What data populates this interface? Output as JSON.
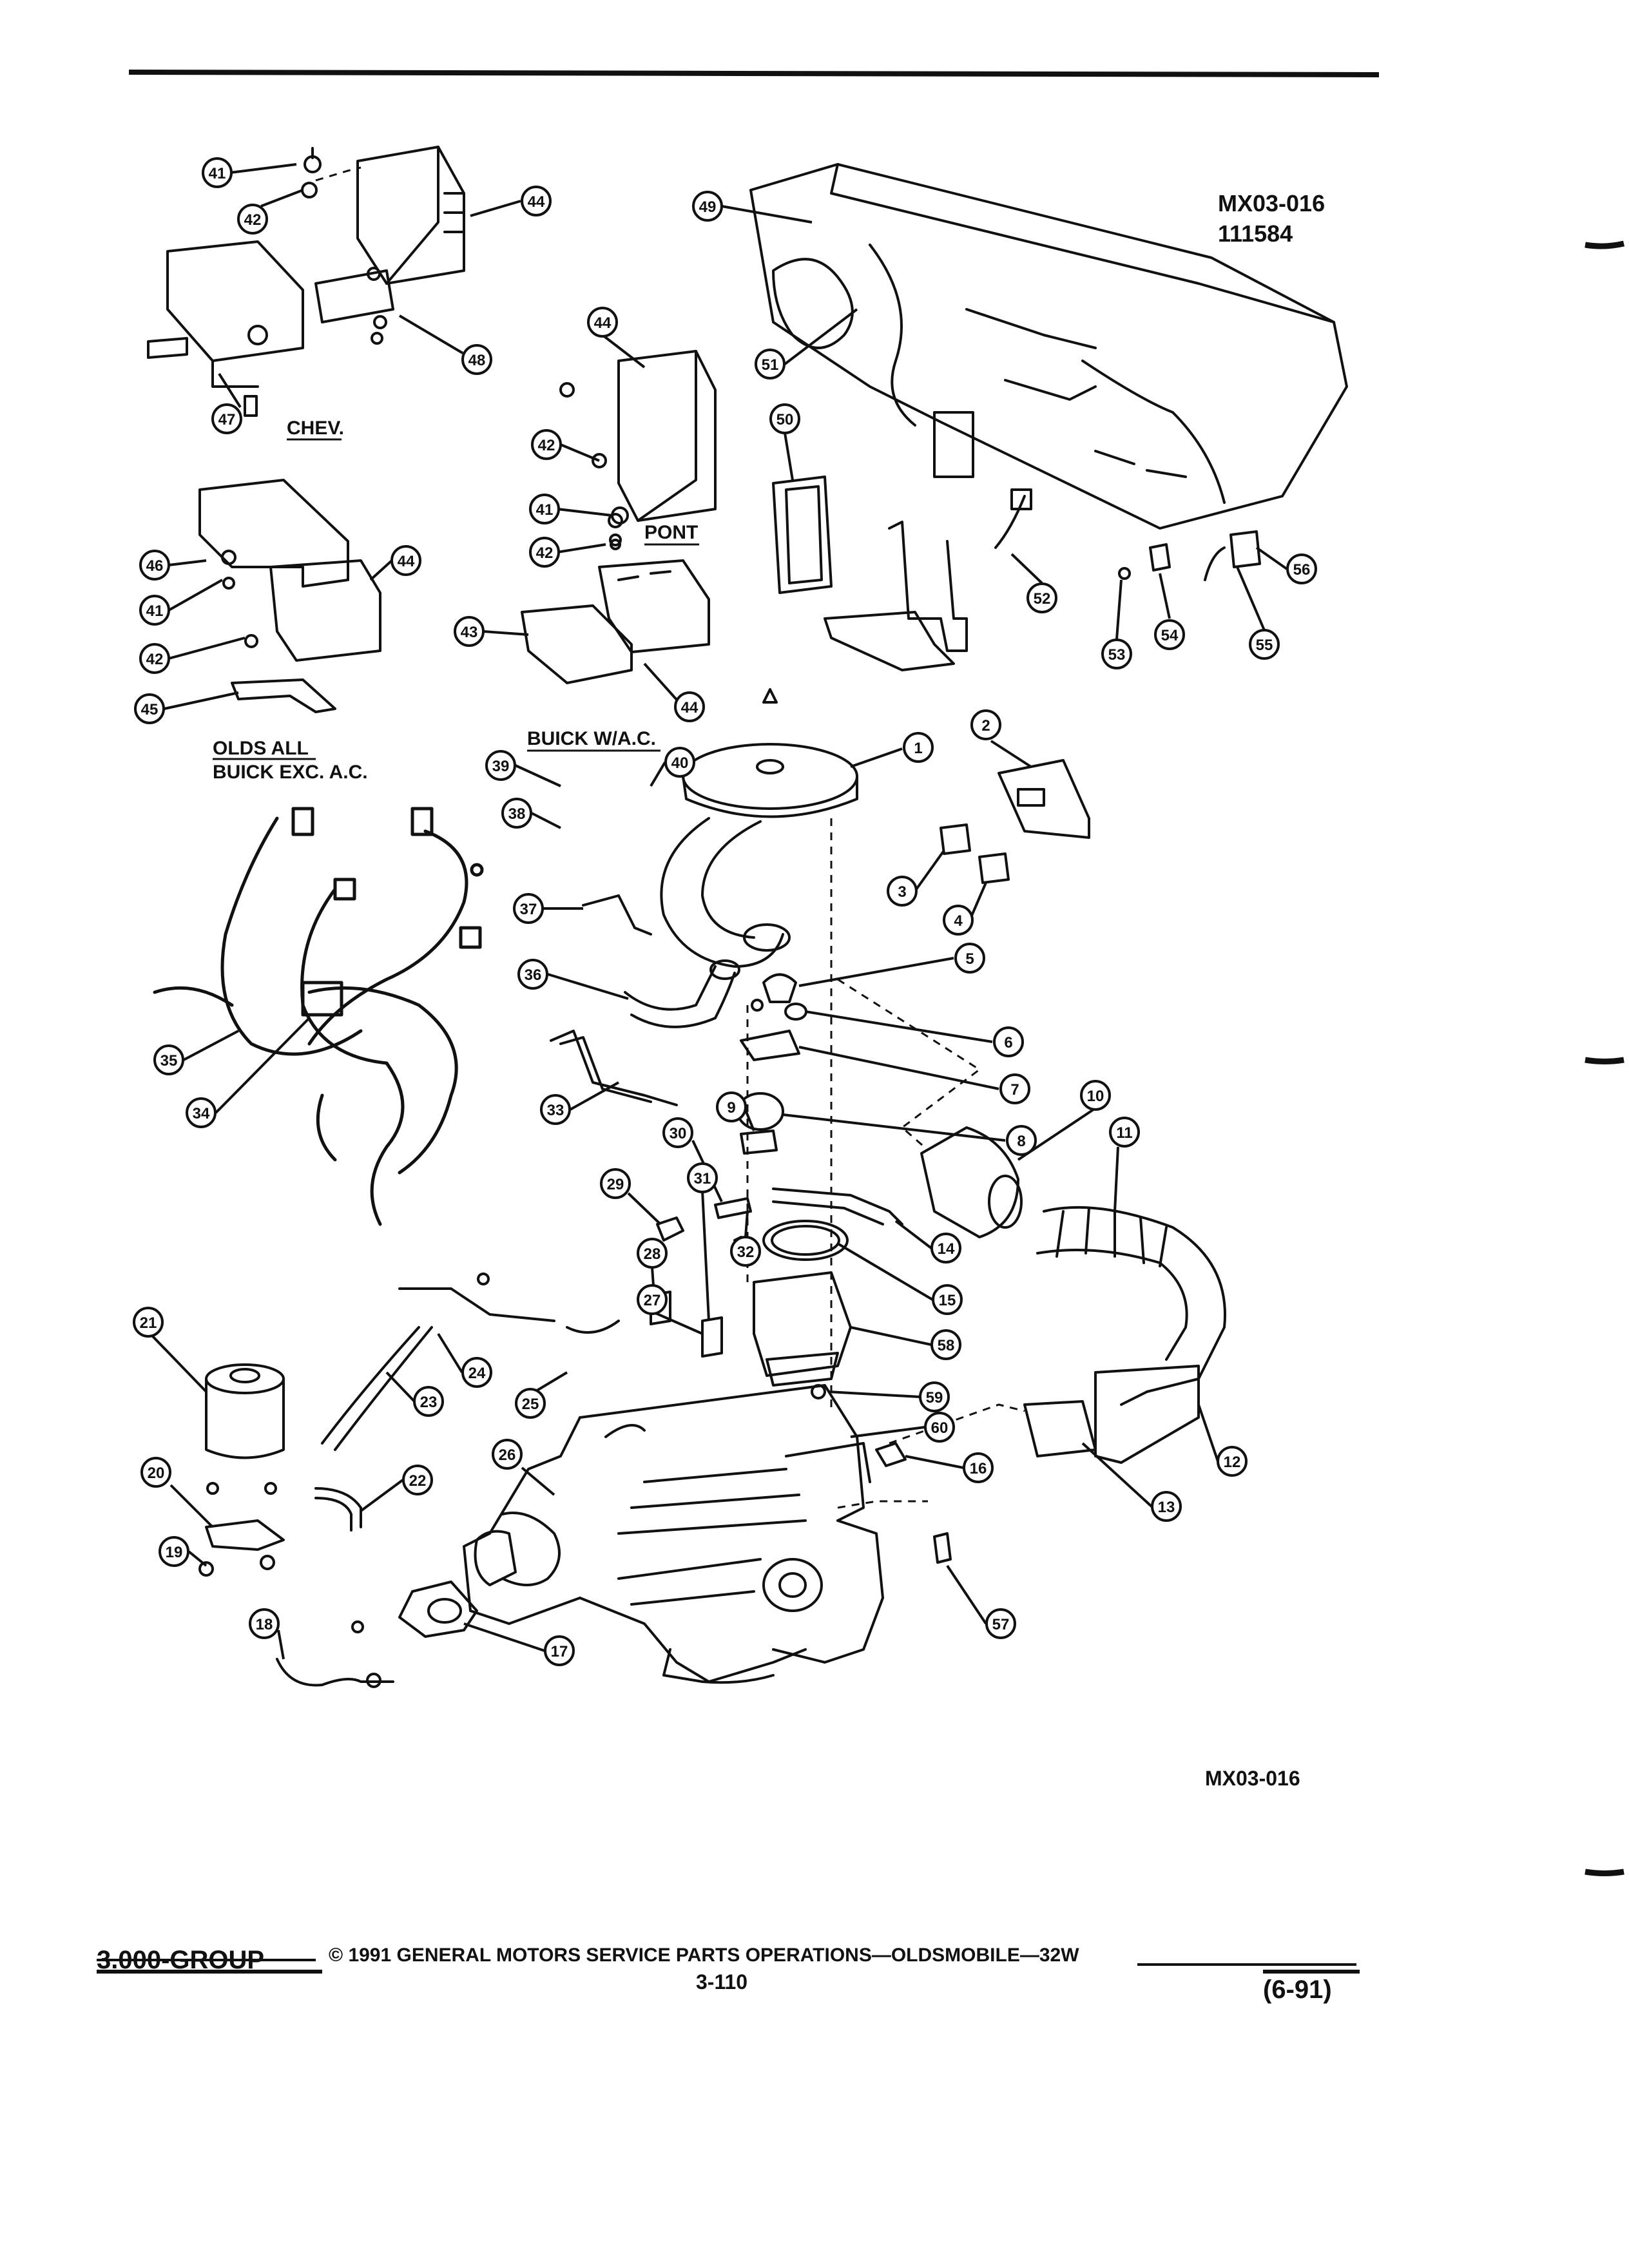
{
  "diagram": {
    "ref_top": "MX03-016",
    "ref_top_number": "111584",
    "ref_bottom": "MX03-016",
    "labels": {
      "chev": "CHEV.",
      "pont": "PONT",
      "buick_wac": "BUICK W/A.C.",
      "olds_all": "OLDS ALL",
      "buick_exc": "BUICK EXC. A.C."
    },
    "callouts": [
      "1",
      "2",
      "3",
      "4",
      "5",
      "6",
      "7",
      "8",
      "9",
      "10",
      "11",
      "12",
      "13",
      "14",
      "15",
      "16",
      "17",
      "18",
      "19",
      "20",
      "21",
      "22",
      "23",
      "24",
      "25",
      "26",
      "27",
      "28",
      "29",
      "30",
      "31",
      "32",
      "33",
      "34",
      "35",
      "36",
      "37",
      "38",
      "39",
      "40",
      "41",
      "42",
      "43",
      "44",
      "45",
      "46",
      "47",
      "48",
      "49",
      "50",
      "51",
      "52",
      "53",
      "54",
      "55",
      "56",
      "57",
      "58",
      "59",
      "60"
    ]
  },
  "footer": {
    "group": "3.000-GROUP",
    "copyright": "©  1991  GENERAL MOTORS SERVICE PARTS OPERATIONS—OLDSMOBILE—32W",
    "page": "3-110",
    "date": "(6-91)"
  },
  "colors": {
    "ink": "#111111",
    "paper": "#ffffff"
  }
}
